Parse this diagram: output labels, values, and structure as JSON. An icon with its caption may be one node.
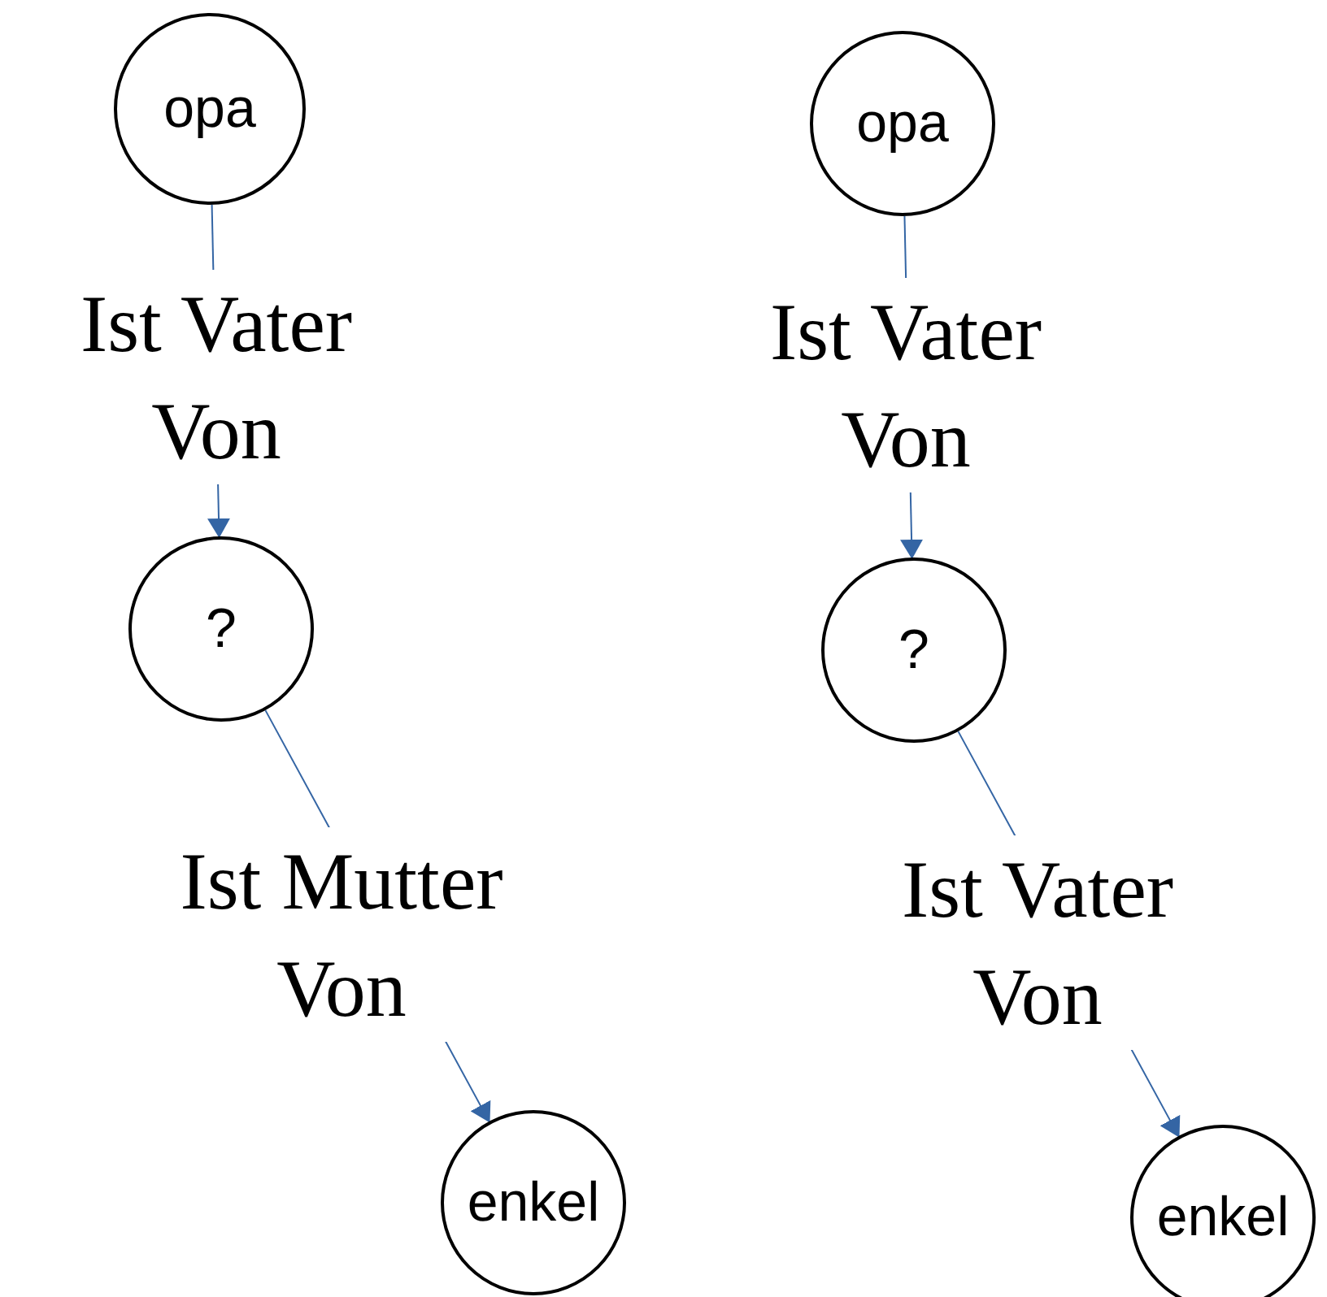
{
  "diagram": {
    "nodes": [
      {
        "text": [
          "opa"
        ]
      },
      {
        "text": [
          "?"
        ]
      },
      {
        "text": [
          "enkel"
        ]
      },
      {
        "text": [
          "opa"
        ]
      },
      {
        "text": [
          "?"
        ]
      },
      {
        "text": [
          "enkel"
        ]
      }
    ],
    "edges": [
      {
        "from": 0,
        "to": 1,
        "arrow": "to",
        "label": "Ist Vater Von"
      },
      {
        "from": 1,
        "to": 2,
        "arrow": "to",
        "label": "Ist Mutter Von"
      },
      {
        "from": 3,
        "to": 4,
        "arrow": "to",
        "label": "Ist Vater Von"
      },
      {
        "from": 4,
        "to": 5,
        "arrow": "to",
        "label": "Ist Vater Von"
      }
    ]
  }
}
